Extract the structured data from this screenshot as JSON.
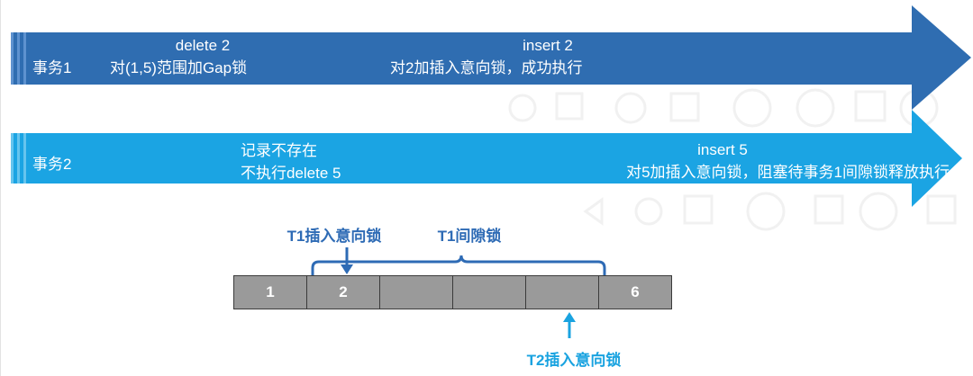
{
  "colors": {
    "txn1_bar": "#2f6db1",
    "txn2_bar": "#1ba4e3",
    "t1_lock": "#2e6bb5",
    "t2_lock": "#1aa3e0",
    "cell_fill": "#9a9a9a",
    "cell_border": "#3b3b3b"
  },
  "txn1": {
    "label": "事务1",
    "op1_line1": "delete 2",
    "op1_line2": "对(1,5)范围加Gap锁",
    "op2_line1": "insert 2",
    "op2_line2": "对2加插入意向锁，成功执行"
  },
  "txn2": {
    "label": "事务2",
    "op1_line1": "记录不存在",
    "op1_line2": "不执行delete 5",
    "op2_line1": "insert 5",
    "op2_line2": "对5加插入意向锁，阻塞待事务1间隙锁释放执行"
  },
  "index": {
    "cells": [
      "1",
      "2",
      "",
      "",
      "",
      "6"
    ]
  },
  "annotations": {
    "t1_intention": "T1插入意向锁",
    "t1_gap": "T1间隙锁",
    "t2_intention": "T2插入意向锁"
  }
}
